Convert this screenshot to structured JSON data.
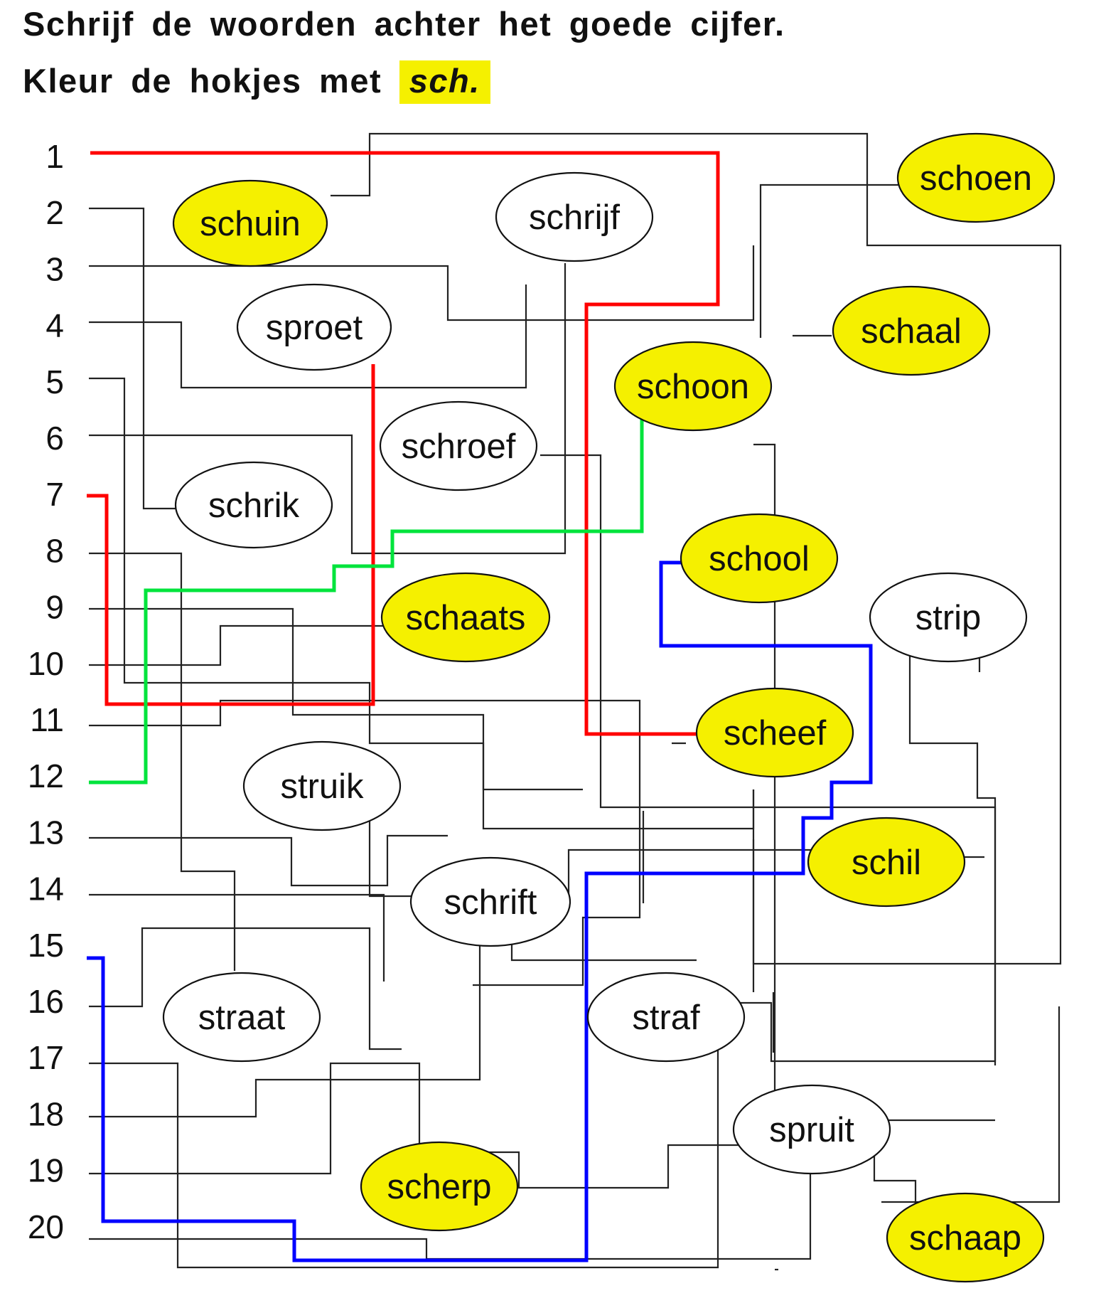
{
  "instructions": {
    "line1": "Schrijf de woorden achter het goede cijfer.",
    "line2_before": "Kleur de hokjes met",
    "line2_highlight": "sch",
    "line2_after": "."
  },
  "numbers": [
    "1",
    "2",
    "3",
    "4",
    "5",
    "6",
    "7",
    "8",
    "9",
    "10",
    "11",
    "12",
    "13",
    "14",
    "15",
    "16",
    "17",
    "18",
    "19",
    "20"
  ],
  "words": [
    {
      "text": "schoen",
      "sch": true
    },
    {
      "text": "schuin",
      "sch": true
    },
    {
      "text": "schrijf",
      "sch": false
    },
    {
      "text": "schaal",
      "sch": true
    },
    {
      "text": "sproet",
      "sch": false
    },
    {
      "text": "schoon",
      "sch": true
    },
    {
      "text": "schroef",
      "sch": false
    },
    {
      "text": "schrik",
      "sch": false
    },
    {
      "text": "school",
      "sch": true
    },
    {
      "text": "strip",
      "sch": false
    },
    {
      "text": "schaats",
      "sch": true
    },
    {
      "text": "scheef",
      "sch": true
    },
    {
      "text": "struik",
      "sch": false
    },
    {
      "text": "schil",
      "sch": true
    },
    {
      "text": "schrift",
      "sch": false
    },
    {
      "text": "straat",
      "sch": false
    },
    {
      "text": "straf",
      "sch": false
    },
    {
      "text": "spruit",
      "sch": false
    },
    {
      "text": "scherp",
      "sch": true
    },
    {
      "text": "schaap",
      "sch": true
    }
  ],
  "colors": {
    "highlight": "#f5f000",
    "ellipse_default": "#ffffff",
    "line_default": "#222222",
    "traced": [
      "#ff0000",
      "#00e000",
      "#0000ff"
    ]
  }
}
